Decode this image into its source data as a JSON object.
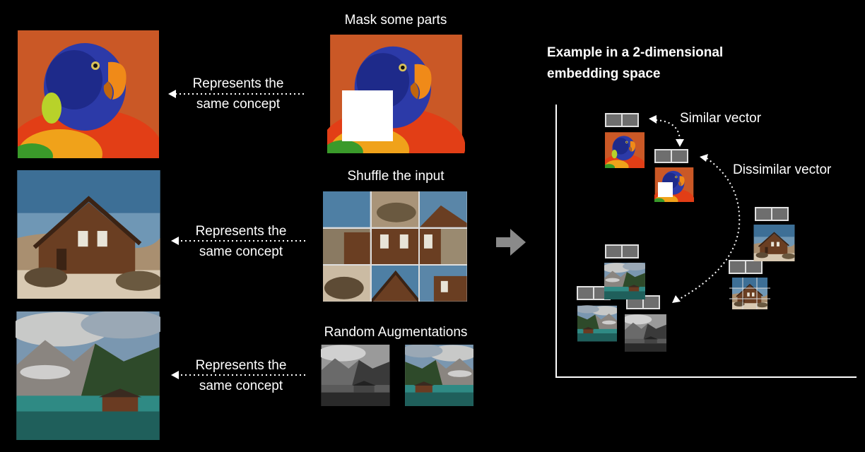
{
  "labels": {
    "mask": "Mask some parts",
    "shuffle": "Shuffle the input",
    "random": "Random Augmentations",
    "represents_line1": "Represents the",
    "represents_line2": "same concept",
    "embedding_title_line1": "Example in a 2-dimensional",
    "embedding_title_line2": "embedding space",
    "similar": "Similar vector",
    "dissimilar": "Dissimilar vector"
  },
  "colors": {
    "background": "#000000",
    "text": "#ffffff",
    "vector_cell": "#6e6e6e",
    "vector_border": "#e0e0e0",
    "arrow": "#8a8a8a"
  },
  "icons": {
    "next_step": "right-arrow-icon"
  }
}
